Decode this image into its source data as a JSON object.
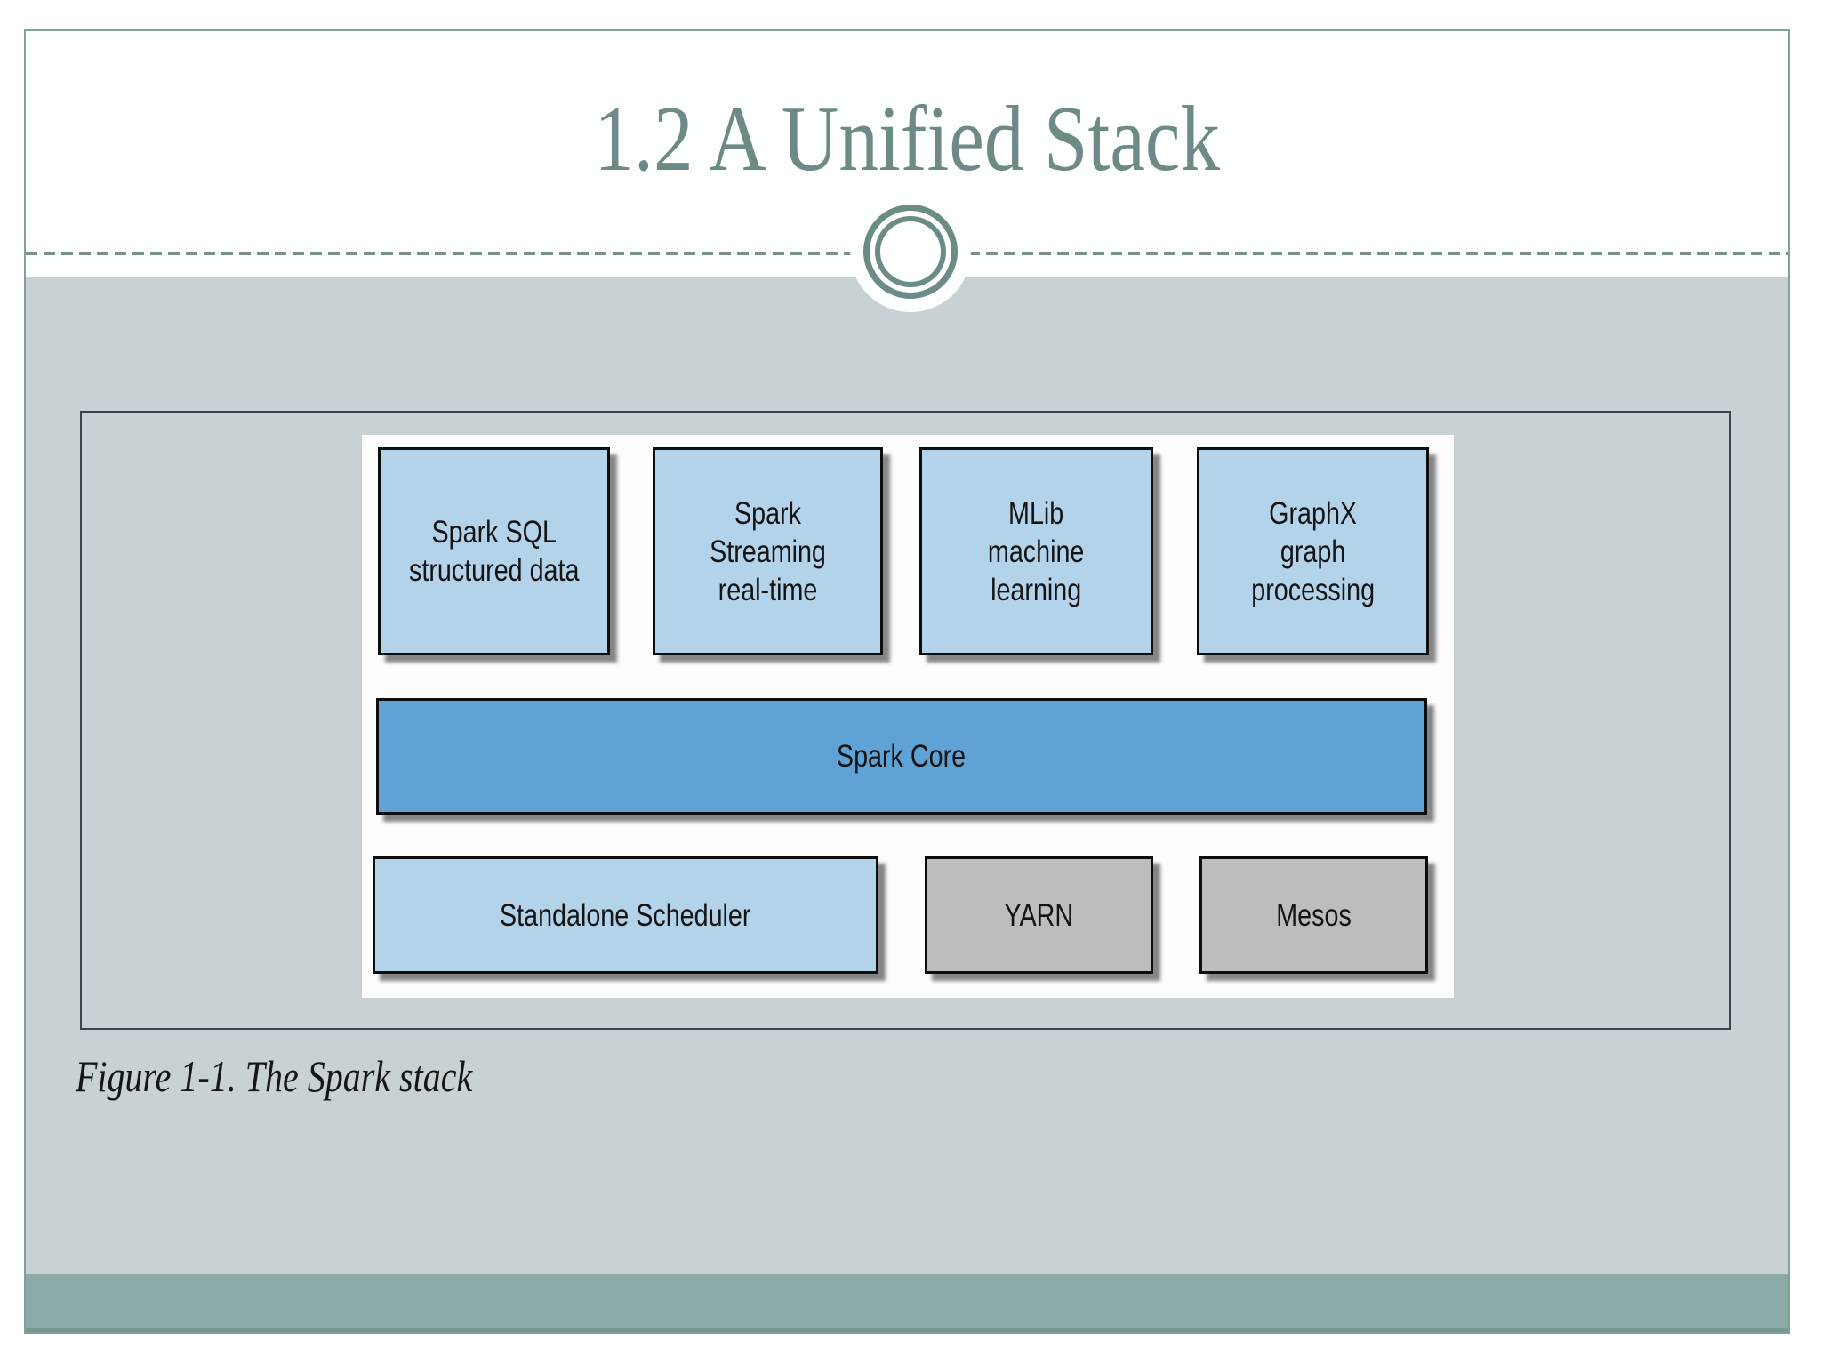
{
  "slide": {
    "title": "1.2 A Unified Stack",
    "figure_caption": "Figure 1-1. The Spark stack"
  },
  "diagram": {
    "components": [
      {
        "label": "Spark SQL\nstructured data"
      },
      {
        "label": "Spark Streaming\nreal-time"
      },
      {
        "label": "MLib\nmachine\nlearning"
      },
      {
        "label": "GraphX\ngraph\nprocessing"
      }
    ],
    "core": {
      "label": "Spark Core"
    },
    "cluster_managers": [
      {
        "label": "Standalone Scheduler"
      },
      {
        "label": "YARN"
      },
      {
        "label": "Mesos"
      }
    ]
  },
  "colors": {
    "title": "#6e8a86",
    "slide_border": "#7fa09b",
    "header_bg": "#fdfefe",
    "dashed_line": "#7c918e",
    "ornament_ring": "#6b8b86",
    "content_bg": "#c8d2d5",
    "footer_bar": "#8caaa7",
    "figure_border": "#38474f",
    "image_bg": "#fdfdfd",
    "box_blue": "#b3d3ea",
    "core_blue": "#5fa2d6",
    "box_gray": "#bdbdbd",
    "box_border": "#0d0d0d",
    "box_text": "#141414",
    "caption_text": "#161616"
  }
}
